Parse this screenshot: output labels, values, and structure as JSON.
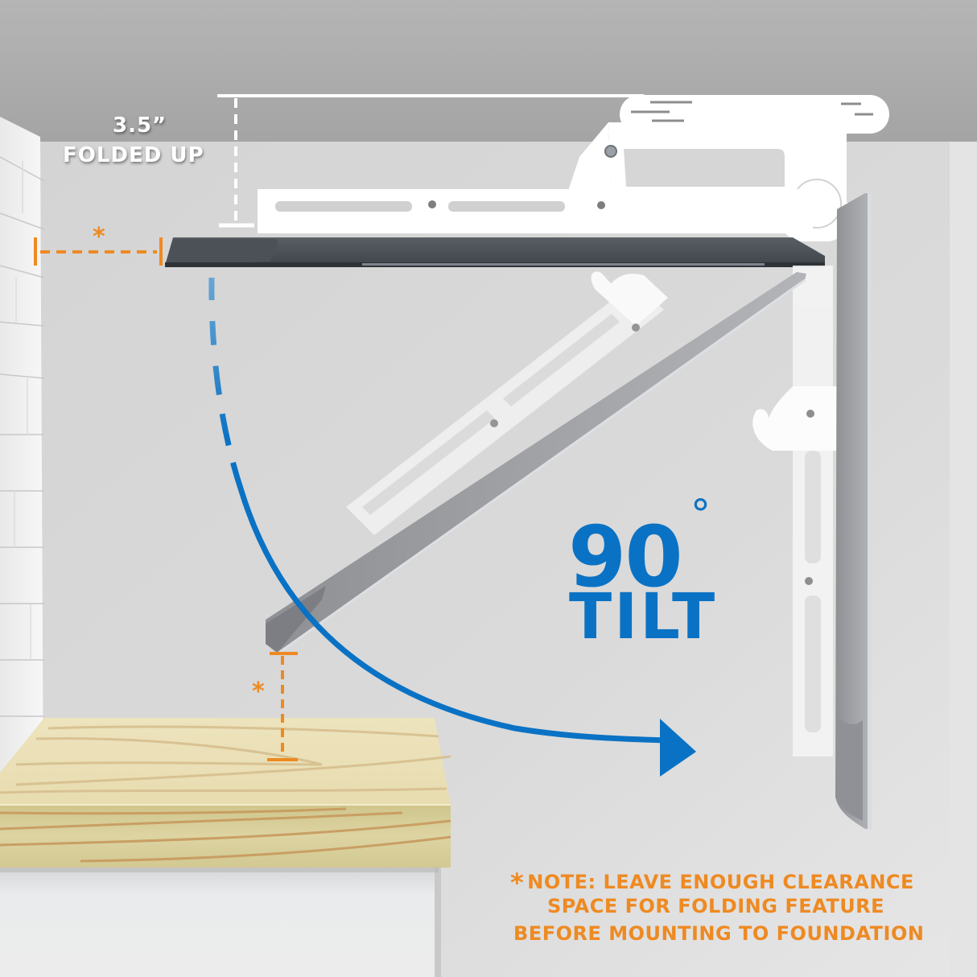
{
  "image": {
    "description": "Product illustration of a ceiling TV mount with 90 degree fold-down tilt",
    "colors": {
      "accent_blue": "#0a72c4",
      "accent_orange": "#ee8a22",
      "ceiling": "#a9a9a9",
      "wall": "#d8d8d8",
      "wood": "#eadfb4",
      "bracket": "#ffffff"
    }
  },
  "dimension": {
    "value": "3.5”",
    "label": "FOLDED UP"
  },
  "tilt": {
    "degrees": "90",
    "degree_symbol": "°",
    "label": "TILT"
  },
  "clearance_markers": {
    "wall_side": "*",
    "surface_side": "*"
  },
  "note": {
    "asterisk": "*",
    "line1": "NOTE: LEAVE ENOUGH CLEARANCE",
    "line2": "SPACE FOR FOLDING FEATURE",
    "line3": "BEFORE MOUNTING TO FOUNDATION"
  },
  "icons": {
    "arc": "curved-arrow-icon",
    "measure": "dimension-line-icon"
  }
}
